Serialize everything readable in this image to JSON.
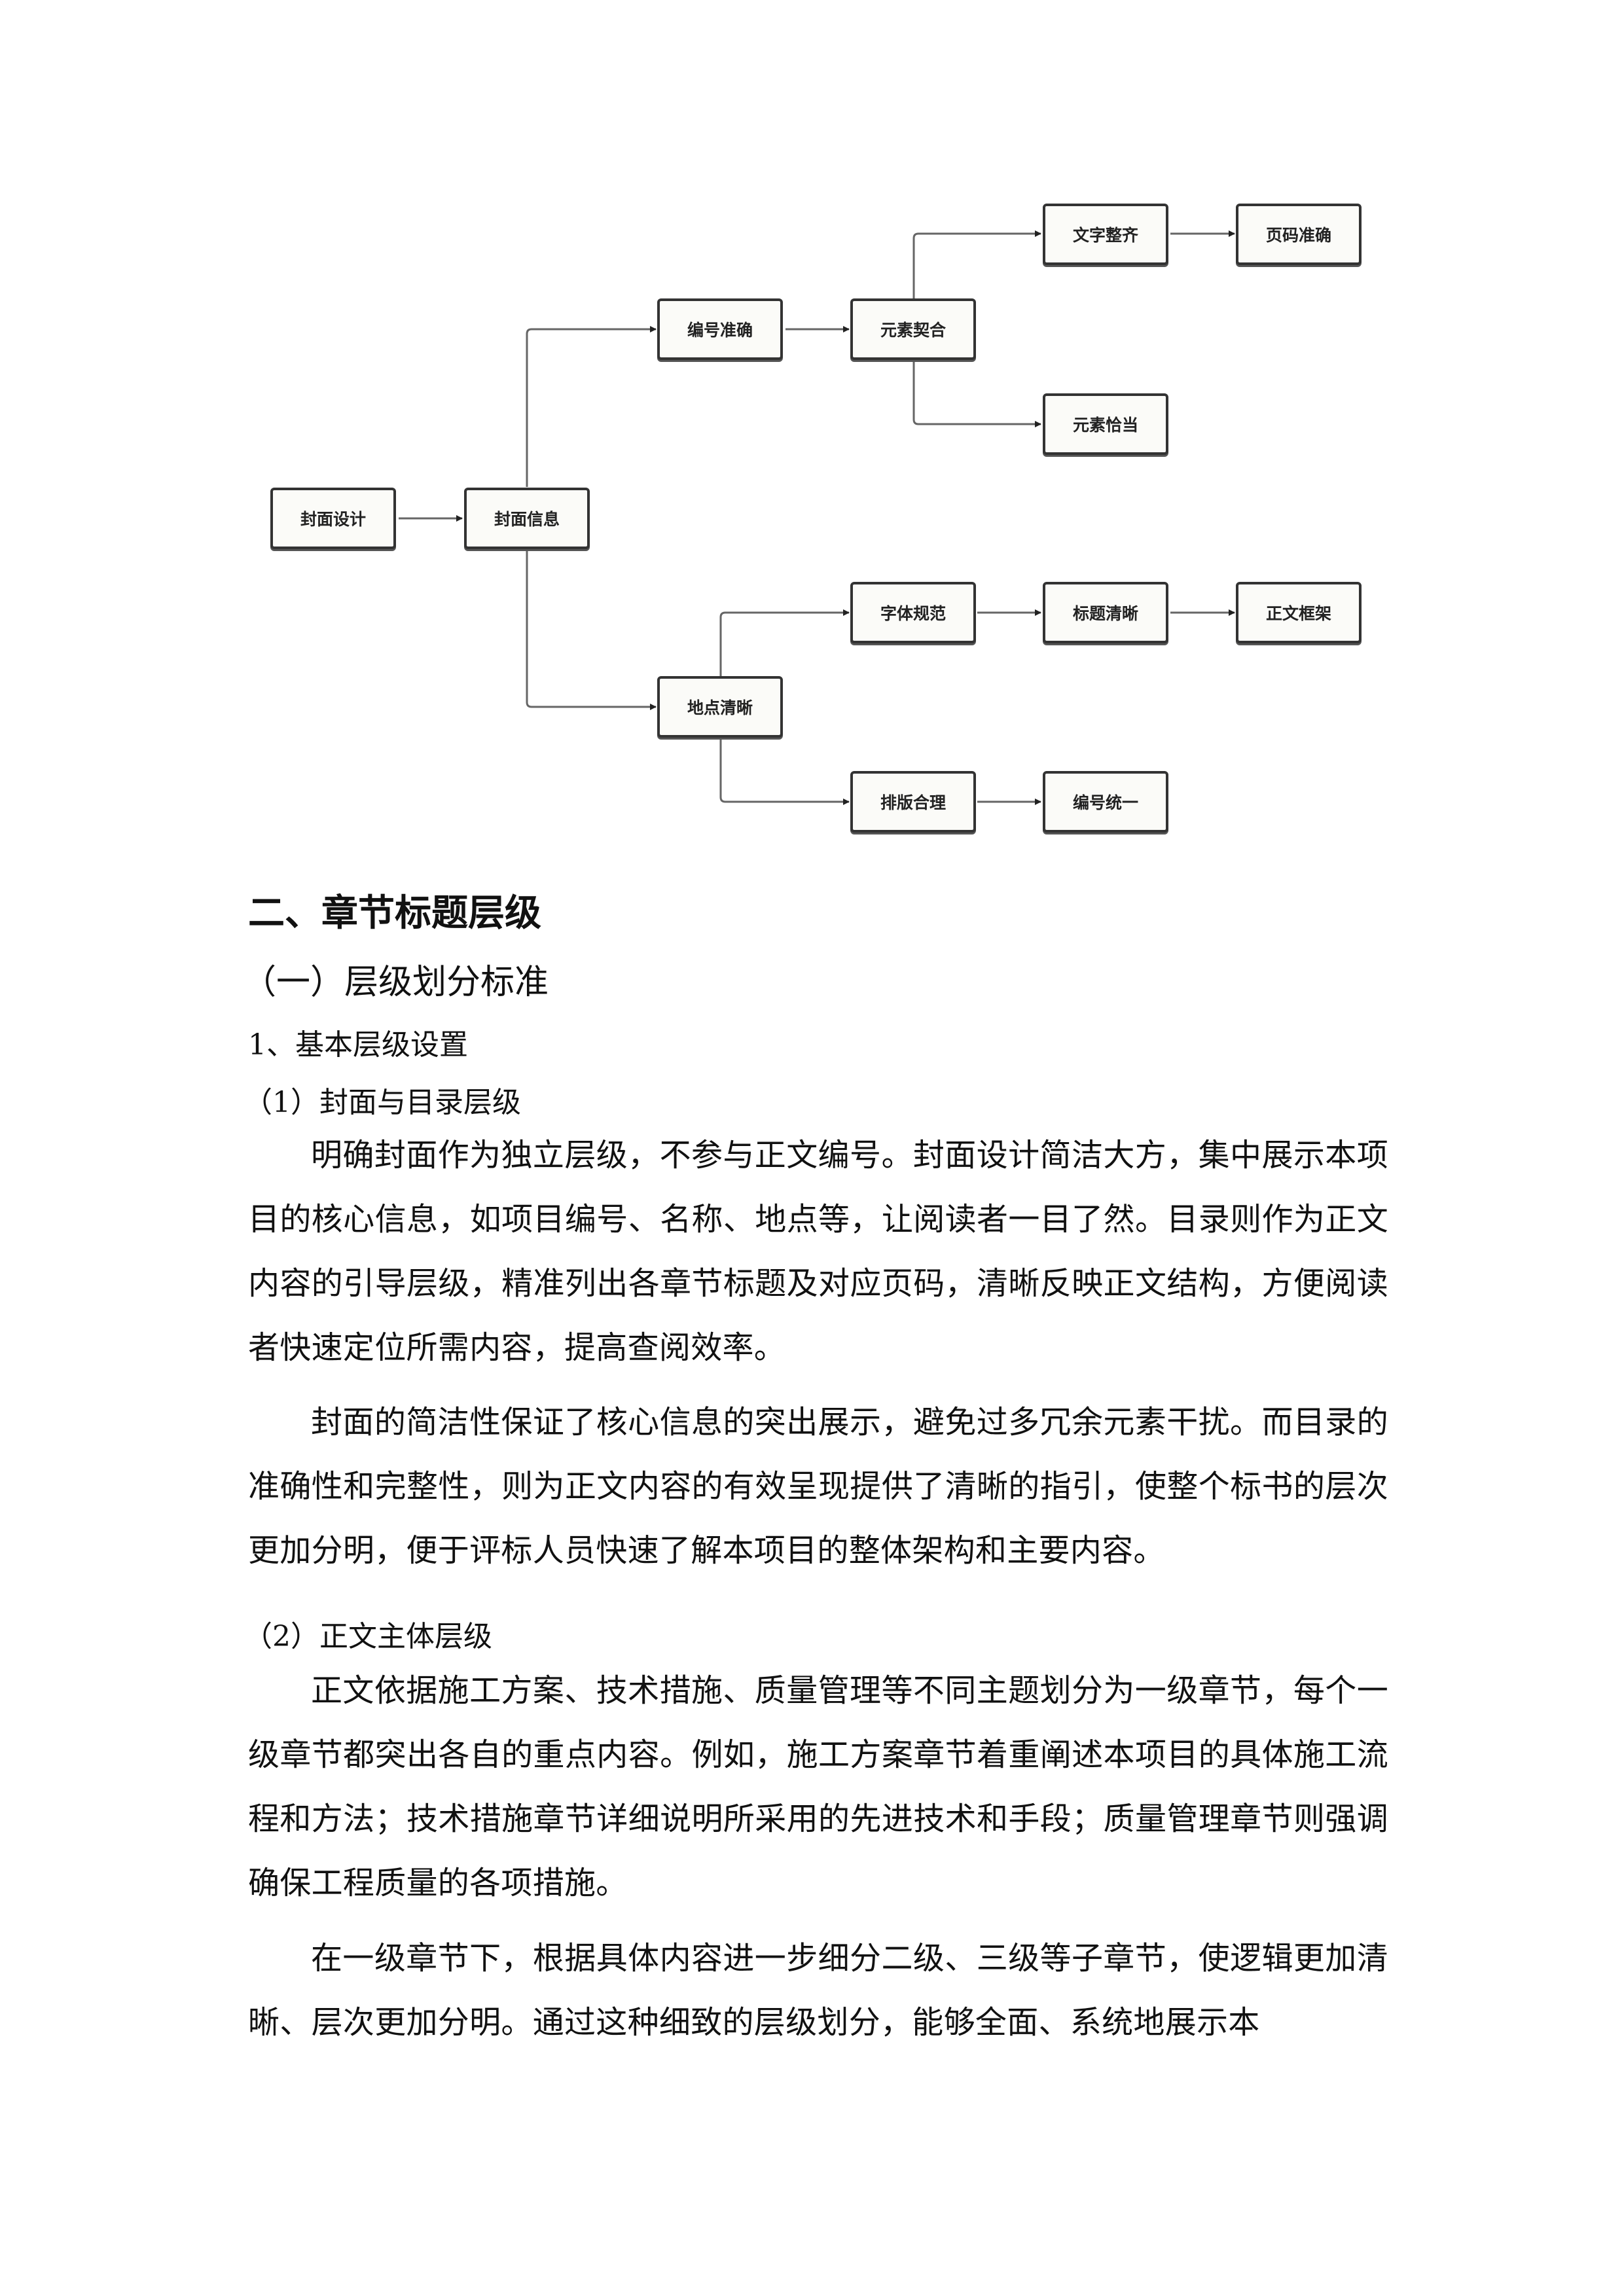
{
  "diagram": {
    "nodes": {
      "cover_design": "封面设计",
      "cover_info": "封面信息",
      "number_accurate": "编号准确",
      "element_fit": "元素契合",
      "text_aligned": "文字整齐",
      "page_number_accurate": "页码准确",
      "element_appropriate": "元素恰当",
      "location_clear": "地点清晰",
      "font_standard": "字体规范",
      "title_clear": "标题清晰",
      "body_framework": "正文框架",
      "layout_reasonable": "排版合理",
      "number_unified": "编号统一"
    }
  },
  "document": {
    "heading_1": "二、章节标题层级",
    "heading_2": "（一）层级划分标准",
    "heading_3": "1、基本层级设置",
    "section_1_title": "（1）封面与目录层级",
    "section_1_paragraphs": [
      "明确封面作为独立层级，不参与正文编号。封面设计简洁大方，集中展示本项目的核心信息，如项目编号、名称、地点等，让阅读者一目了然。目录则作为正文内容的引导层级，精准列出各章节标题及对应页码，清晰反映正文结构，方便阅读者快速定位所需内容，提高查阅效率。",
      "封面的简洁性保证了核心信息的突出展示，避免过多冗余元素干扰。而目录的准确性和完整性，则为正文内容的有效呈现提供了清晰的指引，使整个标书的层次更加分明，便于评标人员快速了解本项目的整体架构和主要内容。"
    ],
    "section_2_title": "（2）正文主体层级",
    "section_2_paragraphs": [
      "正文依据施工方案、技术措施、质量管理等不同主题划分为一级章节，每个一级章节都突出各自的重点内容。例如，施工方案章节着重阐述本项目的具体施工流程和方法；技术措施章节详细说明所采用的先进技术和手段；质量管理章节则强调确保工程质量的各项措施。",
      "在一级章节下，根据具体内容进一步细分二级、三级等子章节，使逻辑更加清晰、层次更加分明。通过这种细致的层级划分，能够全面、系统地展示本"
    ]
  }
}
